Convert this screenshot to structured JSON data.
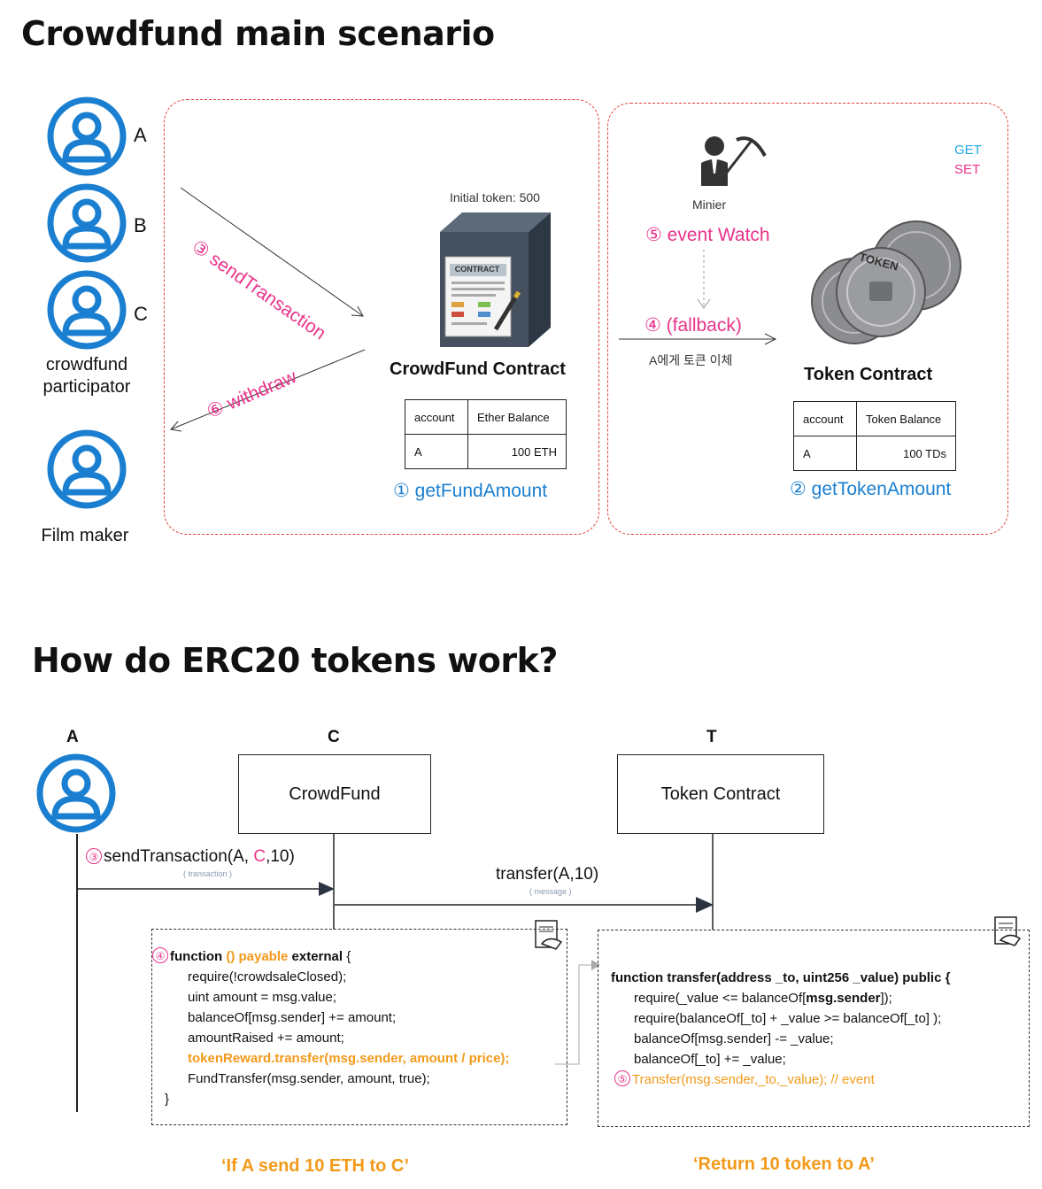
{
  "section1": {
    "title": "Crowdfund main scenario",
    "participants": [
      {
        "label": "A"
      },
      {
        "label": "B"
      },
      {
        "label": "C"
      }
    ],
    "participant_group_label_1": "crowdfund",
    "participant_group_label_2": "participator",
    "film_maker_label": "Film maker",
    "send_transaction": "③ sendTransaction",
    "withdraw": "⑥ withdraw",
    "initial_token": "Initial token: 500",
    "crowdfund_contract": "CrowdFund Contract",
    "contract_icon_text": "CONTRACT",
    "crowdfund_table": {
      "headers": [
        "account",
        "Ether Balance"
      ],
      "rows": [
        [
          "A",
          "100 ETH"
        ]
      ]
    },
    "get_fund_amount": "① getFundAmount",
    "miner_label": "Minier",
    "event_watch": "⑤ event Watch",
    "fallback": "④ (fallback)",
    "transfer_note": "A에게 토큰 이체",
    "token_contract": "Token Contract",
    "token_table": {
      "headers": [
        "account",
        "Token Balance"
      ],
      "rows": [
        [
          "A",
          "100 TDs"
        ]
      ]
    },
    "get_token_amount": "② getTokenAmount",
    "legend_get": "GET",
    "legend_set": "SET",
    "token_coin_text": "TOKEN",
    "colors": {
      "get": "#1fa7e6",
      "set": "#e8338a",
      "accent_blue": "#1a7fd0",
      "dash_red": "#e0403a"
    }
  },
  "section2": {
    "title": "How do ERC20 tokens work?",
    "lanes": {
      "a": "A",
      "c": "C",
      "t": "T"
    },
    "crowdfund_box": "CrowdFund",
    "token_box": "Token Contract",
    "send_tx_circle": "③",
    "send_tx_pre": "sendTransaction(A, ",
    "send_tx_c": "C",
    "send_tx_post": ",10)",
    "send_tx_sub": "( transaction )",
    "transfer_label": "transfer(A,10)",
    "transfer_sub": "( message )",
    "code_left": {
      "circle": "④",
      "l1_kw": "function",
      "l1_orange": "() payable",
      "l1_post": "external",
      "l1_brace": "{",
      "lines": [
        "require(!crowdsaleClosed);",
        "uint amount = msg.value;",
        "balanceOf[msg.sender] += amount;",
        "amountRaised += amount;"
      ],
      "highlight": "tokenReward.transfer(msg.sender, amount / price);",
      "line_after": "FundTransfer(msg.sender, amount, true);",
      "close": "}"
    },
    "code_right": {
      "signature": "function transfer(address _to, uint256 _value) public {",
      "l1_pre": "require(_value <= balanceOf[",
      "l1_bold": "msg.sender",
      "l1_post": "]);",
      "lines": [
        "require(balanceOf[_to] + _value >= balanceOf[_to] );",
        "balanceOf[msg.sender] -= _value;",
        "balanceOf[_to] += _value;"
      ],
      "event_circle": "⑤",
      "event_line": "Transfer(msg.sender,_to,_value);  // event"
    },
    "caption_left": "‘If A send 10 ETH to C’",
    "caption_right": "‘Return 10 token to A’"
  }
}
